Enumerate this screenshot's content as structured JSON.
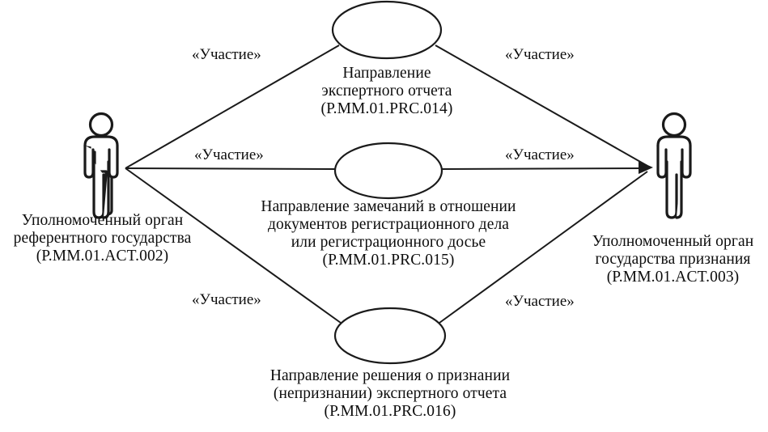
{
  "diagram": {
    "type": "uml-use-case-diagram",
    "background_color": "#ffffff",
    "stroke_color": "#1a1a1a",
    "text_color": "#0d0d0d"
  },
  "actors": [
    {
      "id": "actor-left",
      "icon": "actor-person-icon",
      "label_lines": [
        "Уполномоченный орган",
        "референтного государства",
        "(Р.ММ.01.ACT.002)"
      ]
    },
    {
      "id": "actor-right",
      "icon": "actor-person-icon",
      "label_lines": [
        "Уполномоченный орган",
        "государства признания",
        "(Р.ММ.01.ACT.003)"
      ]
    }
  ],
  "use_cases": [
    {
      "id": "use-case-top",
      "code": "Р.ММ.01.PRC.014",
      "label_lines": [
        "Направление",
        "экспертного отчета",
        "(Р.ММ.01.PRC.014)"
      ]
    },
    {
      "id": "use-case-middle",
      "code": "Р.ММ.01.PRC.015",
      "label_lines": [
        "Направление замечаний в отношении",
        "документов регистрационного дела",
        "или регистрационного досье",
        "(Р.ММ.01.PRC.015)"
      ]
    },
    {
      "id": "use-case-bottom",
      "code": "Р.ММ.01.PRC.016",
      "label_lines": [
        "Направление решения о признании",
        "(непризнании) экспертного отчета",
        "(Р.ММ.01.PRC.016)"
      ]
    }
  ],
  "associations": [
    {
      "id": "assoc-left-top",
      "stereotype": "«Участие»",
      "from": "actor-left",
      "to": "use-case-top"
    },
    {
      "id": "assoc-right-top",
      "stereotype": "«Участие»",
      "from": "use-case-top",
      "to": "actor-right"
    },
    {
      "id": "assoc-left-middle",
      "stereotype": "«Участие»",
      "from": "actor-left",
      "to": "use-case-middle"
    },
    {
      "id": "assoc-right-middle",
      "stereotype": "«Участие»",
      "from": "use-case-middle",
      "to": "actor-right"
    },
    {
      "id": "assoc-left-bottom",
      "stereotype": "«Участие»",
      "from": "actor-left",
      "to": "use-case-bottom"
    },
    {
      "id": "assoc-right-bottom",
      "stereotype": "«Участие»",
      "from": "use-case-bottom",
      "to": "actor-right"
    }
  ]
}
